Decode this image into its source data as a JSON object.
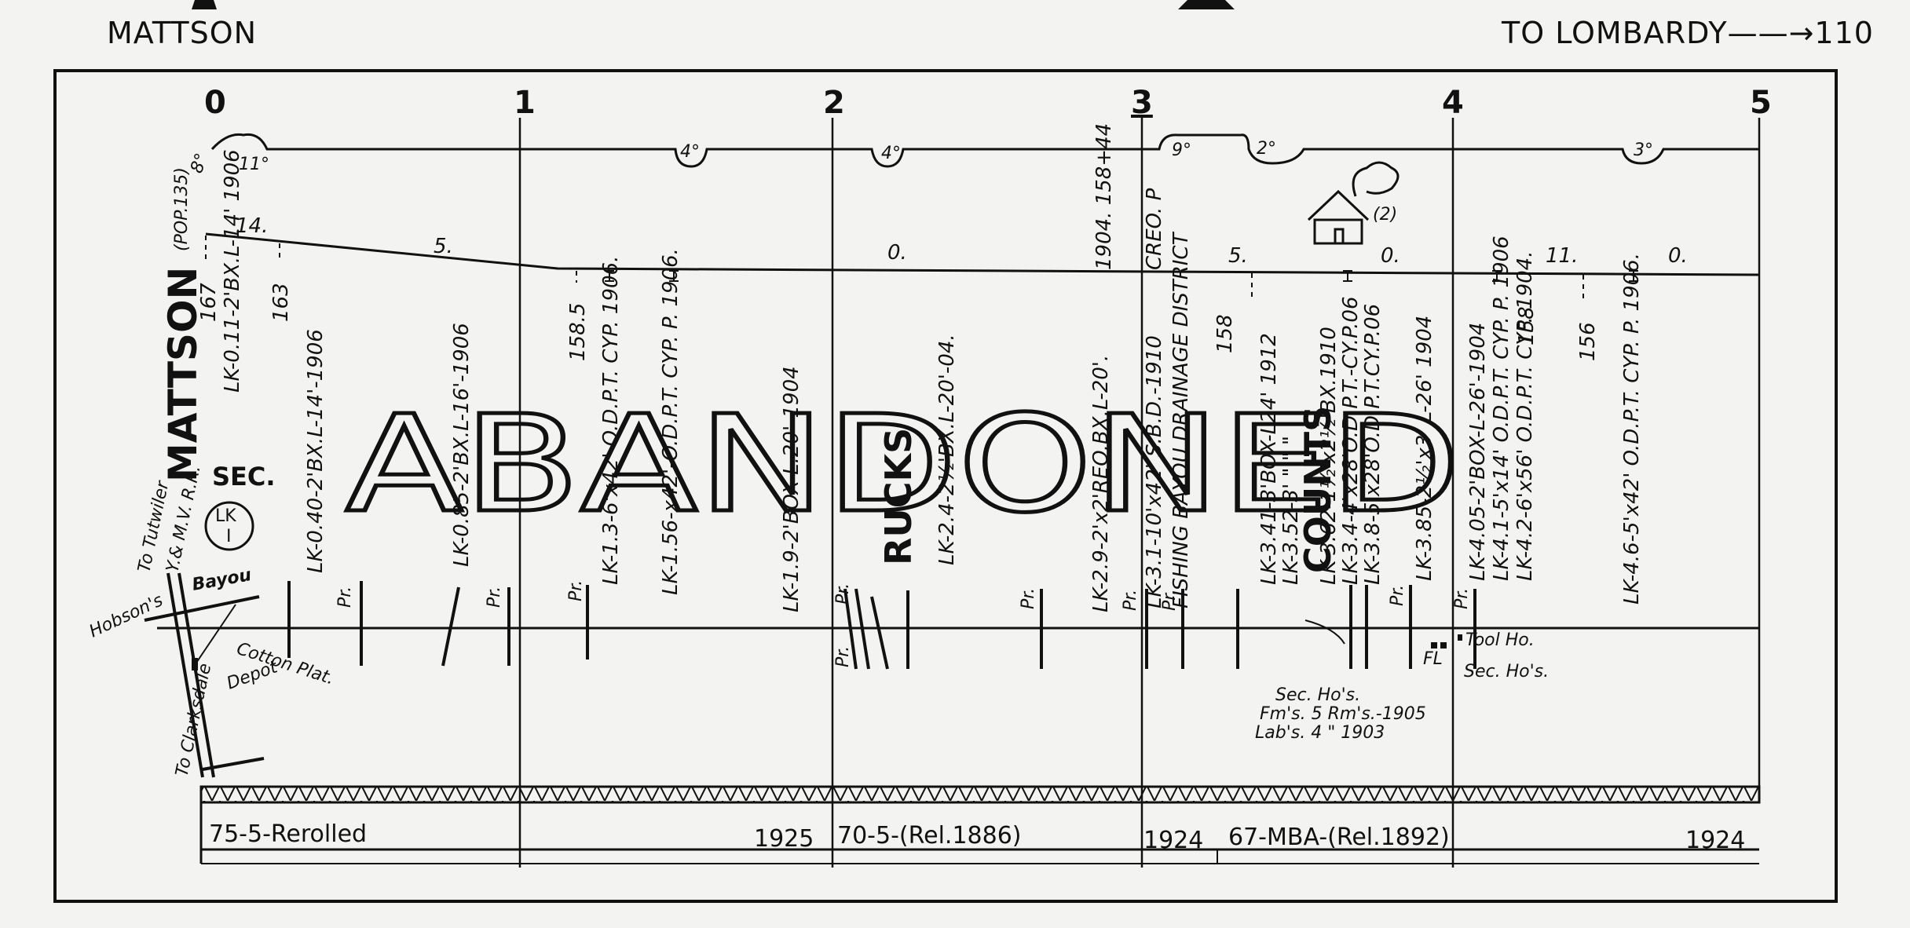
{
  "header": {
    "left": "MATTSON",
    "right": "TO LOMBARDY",
    "right_number": "110"
  },
  "mileposts": [
    "0",
    "1",
    "2",
    "3",
    "4",
    "5"
  ],
  "curves": [
    "8°",
    "11°",
    "4°",
    "4°",
    "9°",
    "2°",
    "3°"
  ],
  "grades": [
    "14.",
    "5.",
    "0.",
    "5.",
    "0.",
    "11.",
    "0."
  ],
  "stations": {
    "mattson": "MATTSON",
    "pop": "(POP.135)",
    "sec": "SEC.",
    "lk": "LK",
    "lk_num": "I"
  },
  "elevations": [
    "167",
    "163",
    "158.5",
    "158",
    "158",
    "156"
  ],
  "structures": [
    "LK-0.11-2'BX.L-14' 1906",
    "LK-0.40-2'BX.L-14'-1906",
    "LK-0.85-2'BX.L-16'-1906",
    "LK-1.3-6'x42' O.D.P.T. CYP. 1906.",
    "LK-1.56-x42'-O.D.P.T. CYP. P. 1906.",
    "LK-1.9-2'BOX-L.20'-1904",
    "LK-2.4-2½'BX.L-20'-04.",
    "LK-2.9-2'x2'REO.BX.L-20'.",
    "1904. 158+44",
    "CREO. P",
    "LK-3.1-10'x42' S.B.D.-1910",
    "FISHING BAYOU DRAINAGE DISTRICT",
    "LK-3.41-3'BOX-L24' 1912",
    "LK-3.52-3' \" \" \"",
    "LK-3.62-1½'x2½'BX.1910",
    "LK-3.4-4'x28'O.D.P.T.-CY.P.06",
    "LK-3.8-5'x28'O.D.P.T.CY.P.06",
    "LK-3.85-2½'x3' L-26' 1904",
    "LK-4.05-2'BOX-L-26'-1904",
    "LK-4.1-5'x14' O.D.P.T. CYP. P. 1906",
    "LK-4.2-6'x56' O.D.P.T. CYP.-1904.",
    "LK-4.6-5'x42' O.D.P.T. CYP. P. 1906."
  ],
  "overlay": {
    "abandoned": "ABANDONED",
    "rucks": "RUCKS",
    "counts": "COUNTS"
  },
  "school_count": "(2)",
  "side_labels": {
    "hobsons": "Hobson's",
    "bayou": "Bayou",
    "tutwiler": "To Tutwiler",
    "ymv": "Y.& M.V. R.R.",
    "clarksdale": "To Clarksdale",
    "cotton": "Cotton Plat.",
    "depot": "Depot",
    "tool_ho": "Tool Ho.",
    "sec_hos": "Sec. Ho's.",
    "fl": "FL",
    "pr": "Pr."
  },
  "section_notes": [
    "Sec. Ho's.",
    "Fm's. 5 Rm's.-1905",
    "Lab's. 4 \"    1903"
  ],
  "rail": [
    {
      "label": "75-5-Rerolled",
      "year": "1925"
    },
    {
      "label": "70-5-(Rel.1886)",
      "year": "1924"
    },
    {
      "label": "67-MBA-(Rel.1892)",
      "year": "1924"
    }
  ]
}
